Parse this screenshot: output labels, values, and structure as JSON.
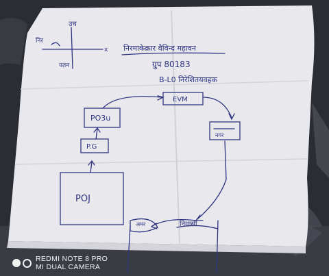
{
  "photo": {
    "subject": "hand-drawn flowchart on a sheet of paper",
    "handwritten_text": {
      "axis_y": "उच",
      "axis_x_left": "निर",
      "axis_x_right": "x",
      "axis_bottom": "पतन",
      "heading_line1": "निरमाकेक्रार वैविन्द महावन",
      "heading_line2": "ग्रुप 80183",
      "heading_line3": "B-L0 निरेशितयवहक",
      "box_top": "EVM",
      "box_pou": "PO3u",
      "box_pg": "P.G",
      "box_po": "POJ",
      "box_right": "नगर",
      "label_bottom_mid": "अमर",
      "label_bottom_right": "निवासी"
    }
  },
  "watermark": {
    "line1": "REDMI NOTE 8 PRO",
    "line2": "MI DUAL CAMERA"
  },
  "colors": {
    "paper": "#e7e7ec",
    "ink": "#2f3580",
    "background": "#2a2c33"
  }
}
